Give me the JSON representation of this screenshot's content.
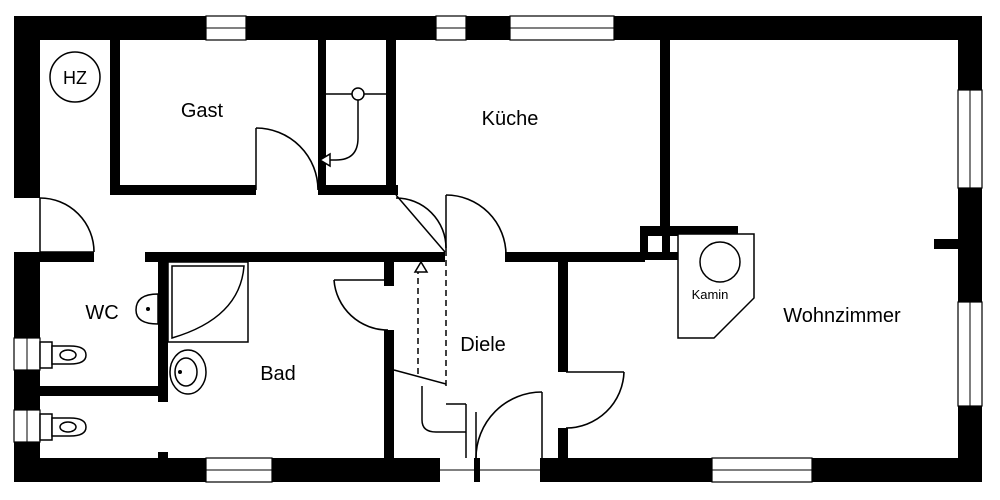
{
  "floor_plan": {
    "rooms": {
      "gast": "Gast",
      "kueche": "Küche",
      "wc": "WC",
      "bad": "Bad",
      "diele": "Diele",
      "wohnzimmer": "Wohnzimmer"
    },
    "fixtures": {
      "heating": "HZ",
      "fireplace": "Kamin"
    }
  }
}
